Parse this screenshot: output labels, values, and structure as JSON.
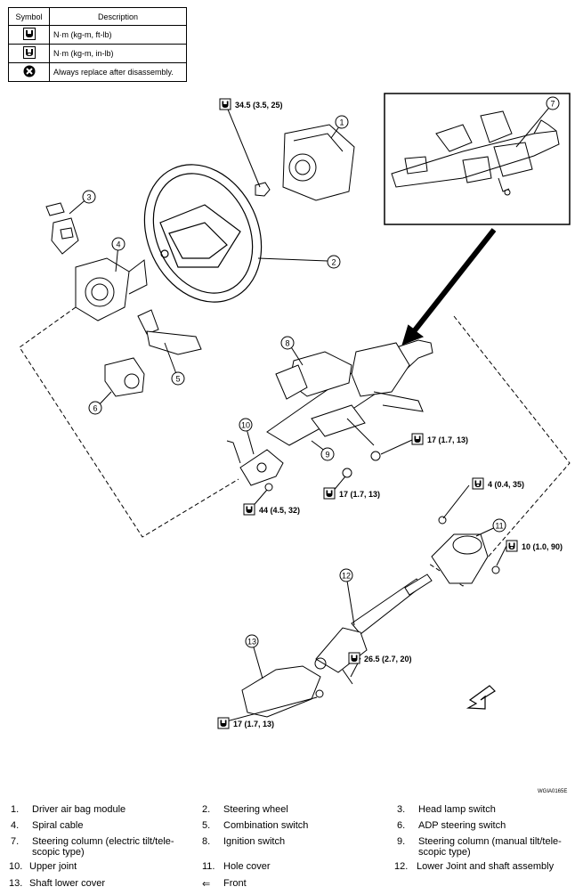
{
  "symbol_table": {
    "header_symbol": "Symbol",
    "header_description": "Description",
    "rows": [
      {
        "icon": "torque-wrench-ftlb-icon",
        "text": "N·m (kg-m, ft-lb)"
      },
      {
        "icon": "torque-wrench-inlb-icon",
        "text": "N·m (kg-m, in-lb)"
      },
      {
        "icon": "replace-x-icon",
        "text": "Always replace after disassembly."
      }
    ]
  },
  "callouts": [
    "1",
    "2",
    "3",
    "4",
    "5",
    "6",
    "7",
    "8",
    "9",
    "10",
    "11",
    "12",
    "13"
  ],
  "torques": {
    "steering_wheel_nut": "34.5 (3.5, 25)",
    "column_nut_right": "17 (1.7, 13)",
    "column_nut_center": "17 (1.7, 13)",
    "upper_joint_nut": "44 (4.5, 32)",
    "hole_cover_left": "4 (0.4, 35)",
    "hole_cover_right": "10 (1.0, 90)",
    "lower_joint_bolt": "26.5 (2.7, 20)",
    "shaft_lower_cover": "17 (1.7, 13)"
  },
  "figure_id": "WGIA0165E",
  "legend": [
    [
      {
        "num": "1.",
        "text": "Driver air bag module"
      },
      {
        "num": "2.",
        "text": "Steering wheel"
      },
      {
        "num": "3.",
        "text": "Head lamp switch"
      }
    ],
    [
      {
        "num": "4.",
        "text": "Spiral cable"
      },
      {
        "num": "5.",
        "text": "Combination switch"
      },
      {
        "num": "6.",
        "text": "ADP steering switch"
      }
    ],
    [
      {
        "num": "7.",
        "text": "Steering column (electric tilt/tele-scopic type)"
      },
      {
        "num": "8.",
        "text": "Ignition switch"
      },
      {
        "num": "9.",
        "text": "Steering column (manual tilt/tele-scopic type)"
      }
    ],
    [
      {
        "num": "10.",
        "text": "Upper joint"
      },
      {
        "num": "11.",
        "text": "Hole cover"
      },
      {
        "num": "12.",
        "text": "Lower Joint and shaft assembly"
      }
    ],
    [
      {
        "num": "13.",
        "text": "Shaft lower cover"
      },
      {
        "num": "⇐",
        "text": "Front"
      }
    ]
  ]
}
